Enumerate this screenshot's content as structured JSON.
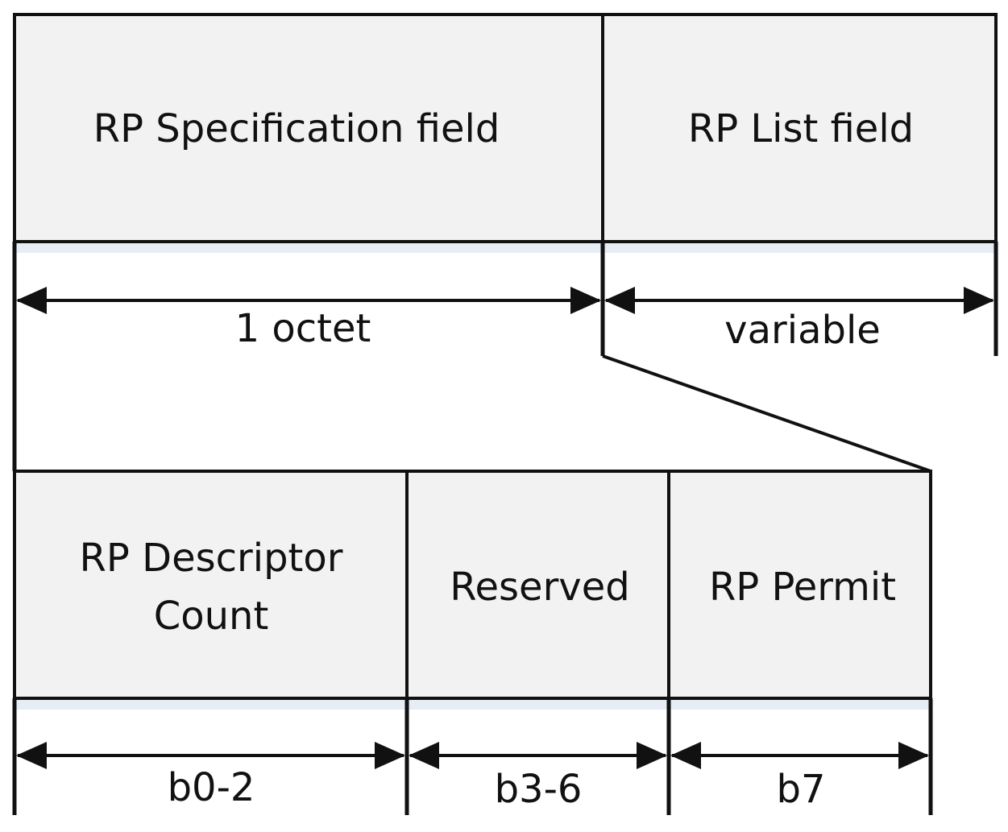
{
  "top_row": {
    "fields": [
      {
        "label": "RP Specification field"
      },
      {
        "label": "RP List field"
      }
    ],
    "sizes": [
      {
        "label": "1 octet"
      },
      {
        "label": "variable"
      }
    ]
  },
  "bottom_row": {
    "fields": [
      {
        "label_line1": "RP Descriptor",
        "label_line2": "Count"
      },
      {
        "label": "Reserved"
      },
      {
        "label": "RP Permit"
      }
    ],
    "sizes": [
      {
        "label": "b0-2"
      },
      {
        "label": "b3-6"
      },
      {
        "label": "b7"
      }
    ]
  },
  "colors": {
    "field_fill": "#f2f2f2",
    "line": "#111111",
    "shadow": "#d9e3ee"
  }
}
